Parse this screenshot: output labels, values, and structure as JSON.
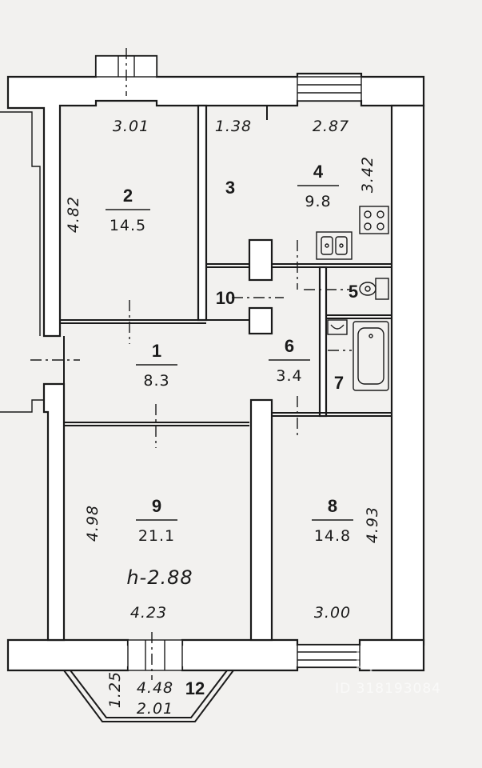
{
  "rooms": [
    {
      "number": "1",
      "area": "8.3"
    },
    {
      "number": "2",
      "area": "14.5"
    },
    {
      "number": "3",
      "area": ""
    },
    {
      "number": "4",
      "area": "9.8"
    },
    {
      "number": "5",
      "area": ""
    },
    {
      "number": "6",
      "area": "3.4"
    },
    {
      "number": "7",
      "area": ""
    },
    {
      "number": "8",
      "area": "14.8"
    },
    {
      "number": "9",
      "area": "21.1"
    },
    {
      "number": "10",
      "area": ""
    },
    {
      "number": "12",
      "area": ""
    }
  ],
  "dimensions": {
    "room2_width": "3.01",
    "room2_height": "4.82",
    "room3_width": "1.38",
    "room4_width": "2.87",
    "room4_height": "3.42",
    "room9_height": "4.98",
    "room9_width": "4.23",
    "room8_width": "3.00",
    "room8_height": "4.93",
    "balcony_left": "1.25",
    "balcony_outer": "4.48",
    "balcony_inner": "2.01"
  },
  "ceiling_height": "h-2.88",
  "watermark": {
    "brand": "Циан",
    "id": "ID 318193084"
  }
}
